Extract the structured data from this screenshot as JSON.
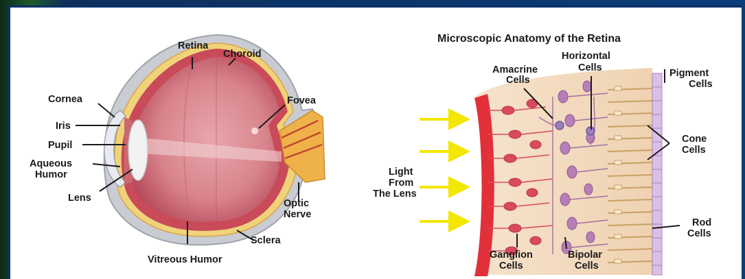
{
  "eye": {
    "labels": {
      "retina": "Retina",
      "choroid": "Choroid",
      "cornea": "Cornea",
      "fovea": "Fovea",
      "iris": "Iris",
      "pupil": "Pupil",
      "aqueous_1": "Aqueous",
      "aqueous_2": "Humor",
      "lens": "Lens",
      "optic_1": "Optic",
      "optic_2": "Nerve",
      "sclera": "Sclera",
      "vitreous": "Vitreous Humor"
    }
  },
  "retina": {
    "title": "Microscopic Anatomy of the Retina",
    "labels": {
      "amacrine_1": "Amacrine",
      "amacrine_2": "Cells",
      "horizontal_1": "Horizontal",
      "horizontal_2": "Cells",
      "pigment_1": "Pigment",
      "pigment_2": "Cells",
      "cone_1": "Cone",
      "cone_2": "Cells",
      "light_1": "Light",
      "light_2": "From",
      "light_3": "The Lens",
      "rod_1": "Rod",
      "rod_2": "Cells",
      "ganglion_1": "Ganglion",
      "ganglion_2": "Cells",
      "bipolar_1": "Bipolar",
      "bipolar_2": "Cells"
    }
  },
  "colors": {
    "sclera": "#c9ccd2",
    "choroid": "#f0d27a",
    "retina_tissue": "#c94a58",
    "vitreous": "#d9848c",
    "arrow": "#f3e600",
    "background_tissue": "#f3ddc4",
    "ganglion": "#d84a5e",
    "bipolar": "#b77fb8",
    "pigment": "#c9a6d8"
  }
}
